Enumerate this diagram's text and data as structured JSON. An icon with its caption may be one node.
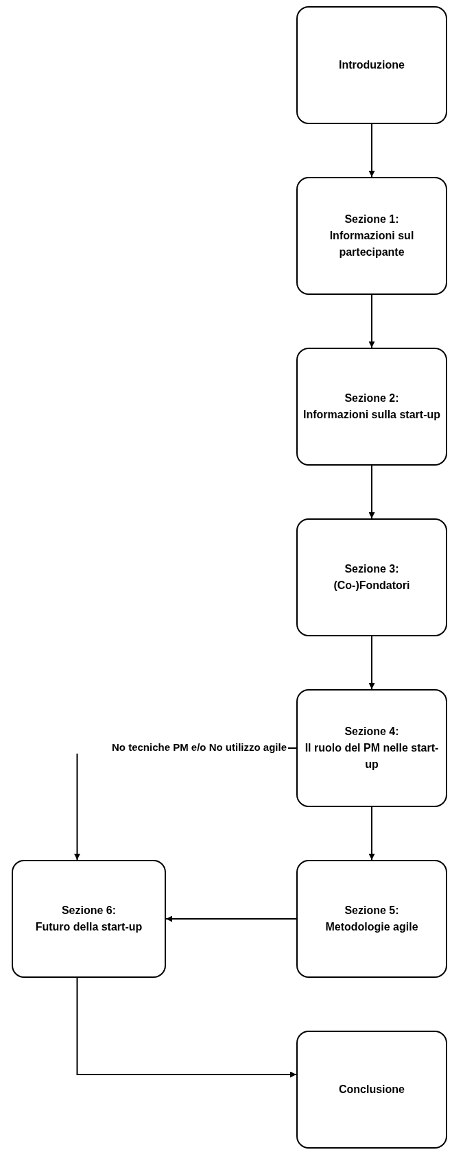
{
  "diagram": {
    "nodes": [
      {
        "text": [
          "Introduzione"
        ]
      },
      {
        "text": [
          "Sezione 1:",
          "Informazioni sul partecipante"
        ]
      },
      {
        "text": [
          "Sezione 2:",
          "Informazioni sulla start-up"
        ]
      },
      {
        "text": [
          "Sezione 3:",
          "(Co-)Fondatori"
        ]
      },
      {
        "text": [
          "Sezione 4:",
          "Il ruolo del PM nelle start-up"
        ]
      },
      {
        "text": [
          "Sezione 5:",
          "Metodologie agile"
        ]
      },
      {
        "text": [
          "Sezione 6:",
          "Futuro della start-up"
        ]
      },
      {
        "text": [
          "Conclusione"
        ]
      }
    ],
    "edges": [
      {
        "from": 0,
        "to": 1,
        "arrow": "to"
      },
      {
        "from": 1,
        "to": 2,
        "arrow": "to"
      },
      {
        "from": 2,
        "to": 3,
        "arrow": "to"
      },
      {
        "from": 3,
        "to": 4,
        "arrow": "to"
      },
      {
        "from": 4,
        "to": 5,
        "arrow": "to"
      },
      {
        "from": 5,
        "to": 6,
        "arrow": "to"
      },
      {
        "from": 4,
        "to": 6,
        "label": "No tecniche PM e/o No utilizzo agile",
        "arrow": "to"
      },
      {
        "from": 6,
        "to": 7,
        "arrow": "to"
      }
    ]
  }
}
